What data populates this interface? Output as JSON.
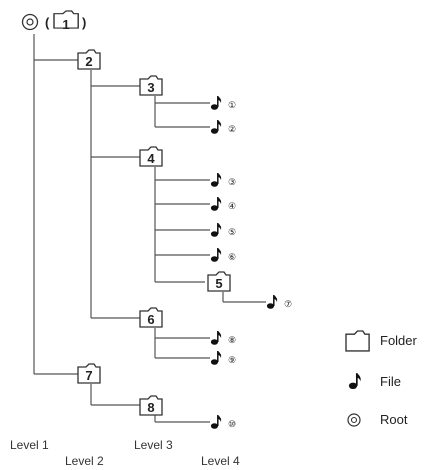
{
  "root_folder": "1",
  "folders": [
    {
      "id": "2"
    },
    {
      "id": "3"
    },
    {
      "id": "4"
    },
    {
      "id": "5"
    },
    {
      "id": "6"
    },
    {
      "id": "7"
    },
    {
      "id": "8"
    }
  ],
  "files": [
    {
      "label": "①"
    },
    {
      "label": "②"
    },
    {
      "label": "③"
    },
    {
      "label": "④"
    },
    {
      "label": "⑤"
    },
    {
      "label": "⑥"
    },
    {
      "label": "⑦"
    },
    {
      "label": "⑧"
    },
    {
      "label": "⑨"
    },
    {
      "label": "⑩"
    }
  ],
  "legend": {
    "folder": "Folder",
    "file": "File",
    "root": "Root"
  },
  "levels": [
    "Level 1",
    "Level 2",
    "Level 3",
    "Level 4"
  ],
  "colors": {
    "line": "#555555",
    "text": "#222222",
    "background": "#ffffff"
  }
}
